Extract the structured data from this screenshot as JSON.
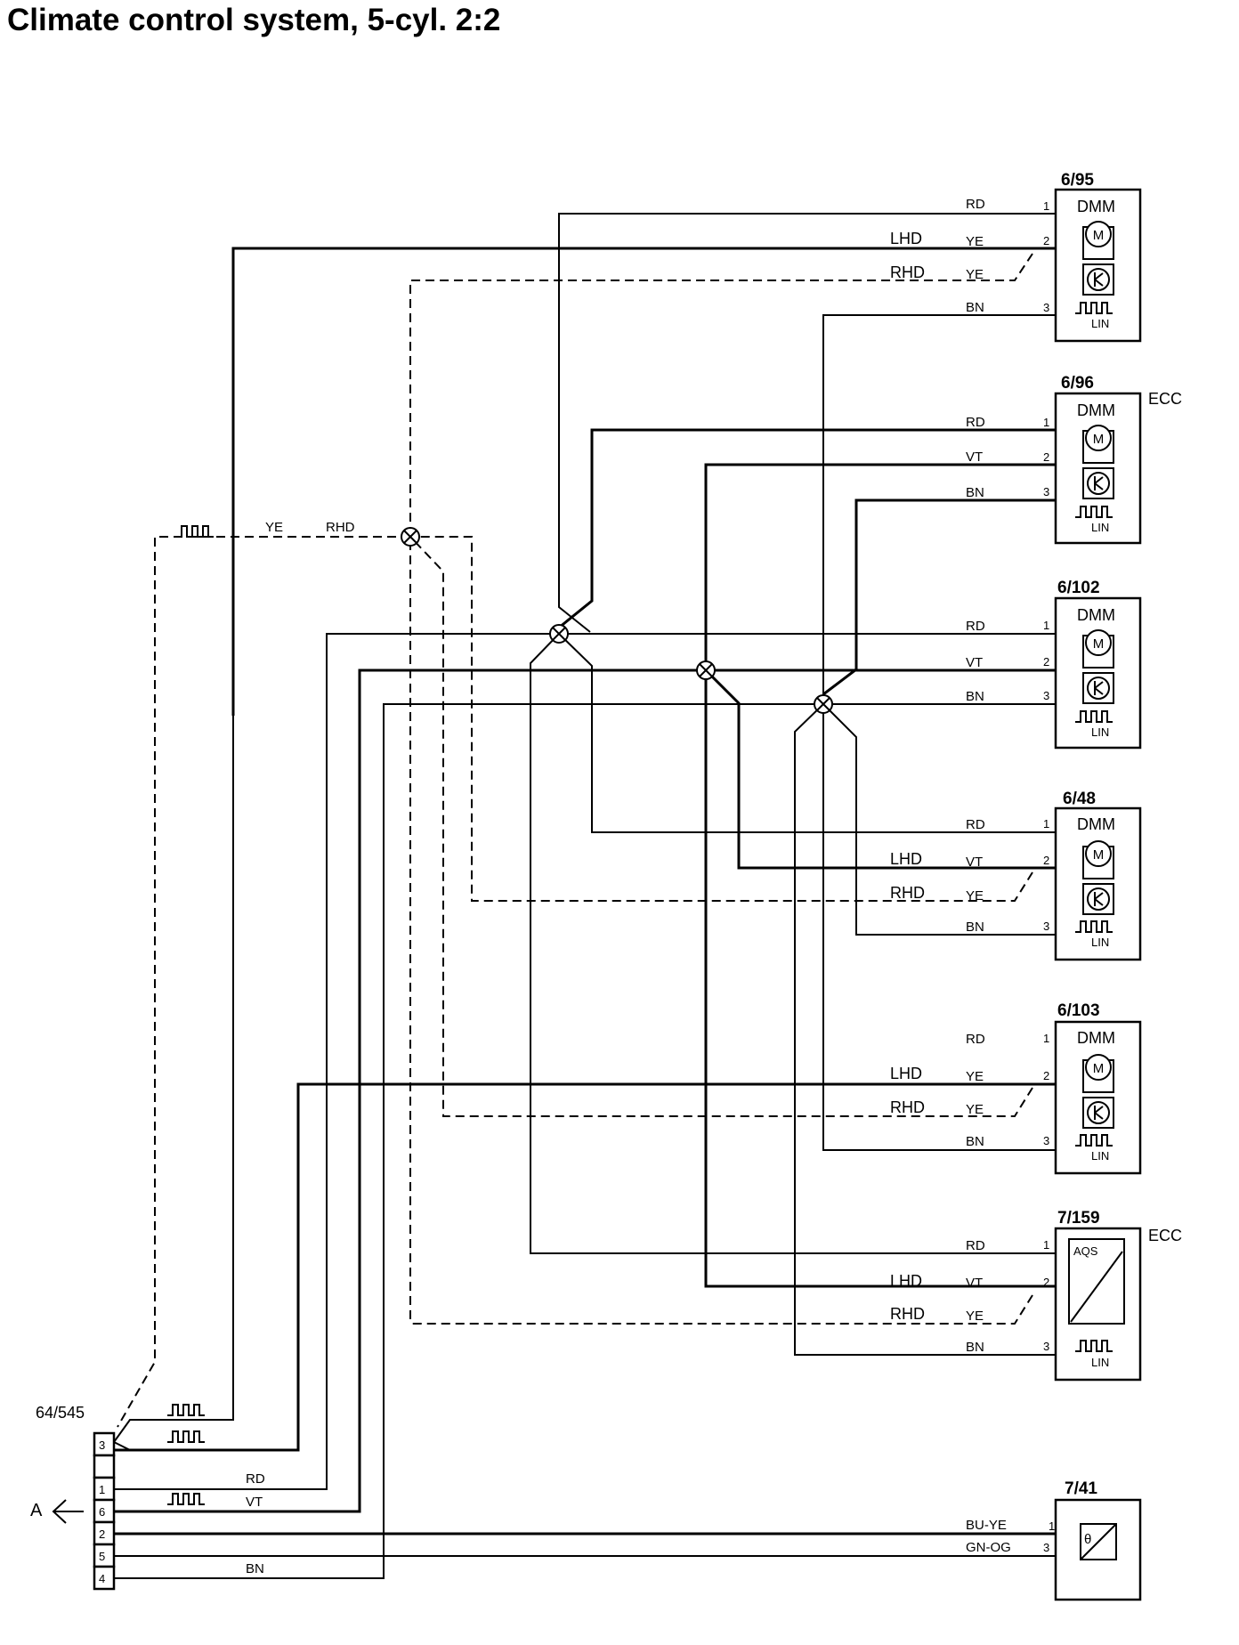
{
  "title": "Climate control system, 5-cyl. 2:2",
  "connector": {
    "id": "64/545",
    "pins": [
      "3",
      "",
      "1",
      "6",
      "2",
      "5",
      "4"
    ],
    "arrow_label": "A"
  },
  "components": [
    {
      "id": "6/95",
      "type": "DMM",
      "extra": "",
      "output": "LIN"
    },
    {
      "id": "6/96",
      "type": "DMM",
      "extra": "ECC",
      "output": "LIN"
    },
    {
      "id": "6/102",
      "type": "DMM",
      "extra": "",
      "output": "LIN"
    },
    {
      "id": "6/48",
      "type": "DMM",
      "extra": "",
      "output": "LIN"
    },
    {
      "id": "6/103",
      "type": "DMM",
      "extra": "",
      "output": "LIN"
    },
    {
      "id": "7/159",
      "type": "AQS",
      "extra": "ECC",
      "output": "LIN"
    },
    {
      "id": "7/41",
      "type": "temperature",
      "extra": "",
      "output": ""
    }
  ],
  "wire_labels": {
    "c1": [
      {
        "color": "RD",
        "variant": "",
        "pin": "1"
      },
      {
        "color": "YE",
        "variant": "LHD",
        "pin": "2"
      },
      {
        "color": "YE",
        "variant": "RHD",
        "pin": ""
      },
      {
        "color": "BN",
        "variant": "",
        "pin": "3"
      }
    ],
    "c2": [
      {
        "color": "RD",
        "variant": "",
        "pin": "1"
      },
      {
        "color": "VT",
        "variant": "",
        "pin": "2"
      },
      {
        "color": "BN",
        "variant": "",
        "pin": "3"
      }
    ],
    "c3": [
      {
        "color": "RD",
        "variant": "",
        "pin": "1"
      },
      {
        "color": "VT",
        "variant": "",
        "pin": "2"
      },
      {
        "color": "BN",
        "variant": "",
        "pin": "3"
      }
    ],
    "c4": [
      {
        "color": "RD",
        "variant": "",
        "pin": "1"
      },
      {
        "color": "VT",
        "variant": "LHD",
        "pin": "2"
      },
      {
        "color": "YE",
        "variant": "RHD",
        "pin": ""
      },
      {
        "color": "BN",
        "variant": "",
        "pin": "3"
      }
    ],
    "c5": [
      {
        "color": "RD",
        "variant": "",
        "pin": "1"
      },
      {
        "color": "YE",
        "variant": "LHD",
        "pin": "2"
      },
      {
        "color": "YE",
        "variant": "RHD",
        "pin": ""
      },
      {
        "color": "BN",
        "variant": "",
        "pin": "3"
      }
    ],
    "c6": [
      {
        "color": "RD",
        "variant": "",
        "pin": "1"
      },
      {
        "color": "VT",
        "variant": "LHD",
        "pin": "2"
      },
      {
        "color": "YE",
        "variant": "RHD",
        "pin": ""
      },
      {
        "color": "BN",
        "variant": "",
        "pin": "3"
      }
    ],
    "c7": [
      {
        "color": "BU-YE",
        "variant": "",
        "pin": "1"
      },
      {
        "color": "GN-OG",
        "variant": "",
        "pin": "3"
      }
    ],
    "left": {
      "ye": "YE",
      "rhd": "RHD",
      "rd": "RD",
      "vt": "VT",
      "bn": "BN"
    }
  }
}
